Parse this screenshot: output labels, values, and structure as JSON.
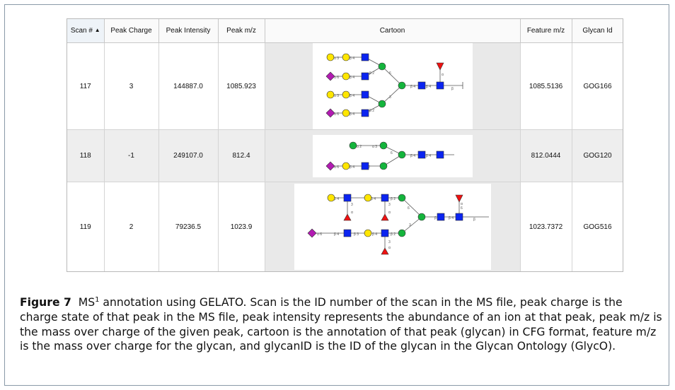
{
  "table": {
    "columns": [
      "Scan #",
      "Peak Charge",
      "Peak Intensity",
      "Peak m/z",
      "Cartoon",
      "Feature m/z",
      "Glycan Id"
    ],
    "sort_indicator": "▲",
    "rows": [
      {
        "scan": "117",
        "peak_charge": "3",
        "peak_intensity": "144887.0",
        "peak_mz": "1085.923",
        "feature_mz": "1085.5136",
        "glycan_id": "GOG166"
      },
      {
        "scan": "118",
        "peak_charge": "-1",
        "peak_intensity": "249107.0",
        "peak_mz": "812.4",
        "feature_mz": "812.0444",
        "glycan_id": "GOG120"
      },
      {
        "scan": "119",
        "peak_charge": "2",
        "peak_intensity": "79236.5",
        "peak_mz": "1023.9",
        "feature_mz": "1023.7372",
        "glycan_id": "GOG516"
      }
    ]
  },
  "glyph_colors": {
    "galactose": "#ffe600",
    "glcnac": "#0b24f0",
    "mannose": "#14b43c",
    "sialic_acid": "#b21bb2",
    "fucose": "#ee1111"
  },
  "caption": {
    "label": "Figure 7",
    "ms": "MS",
    "superscript": "1",
    "text": " annotation using GELATO. Scan is the ID number of the scan in the MS file, peak charge is the charge state of that peak in the MS file, peak intensity represents the abundance of an ion at that peak, peak m/z is the mass over charge of the given peak, cartoon is the annotation of that peak (glycan) in CFG format, feature m/z is the mass over charge for the glycan, and glycanID is the ID of the glycan in the Glycan Ontology (GlycO)."
  }
}
